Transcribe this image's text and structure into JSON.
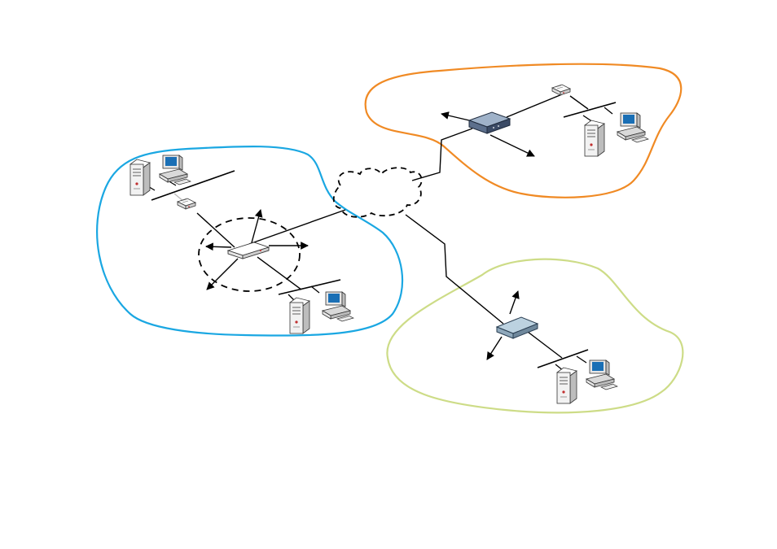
{
  "diagram": {
    "kind": "network-topology",
    "text_labels": [],
    "colors": {
      "background": "#ffffff",
      "line": "#000000",
      "region_blue": "#1aa7e2",
      "region_orange": "#f08a24",
      "region_green": "#cddc87",
      "device_blue": "#9fb2c9",
      "device_dark": "#3b4b66",
      "device_teal": "#aac3d4",
      "screen": "#1a6fb5",
      "server": "#eeeeee"
    },
    "regions": [
      {
        "name": "region-blue",
        "color_key": "region_blue"
      },
      {
        "name": "region-orange",
        "color_key": "region_orange"
      },
      {
        "name": "region-green",
        "color_key": "region_green"
      }
    ],
    "icons": [
      "server-icon",
      "workstation-icon",
      "modem-icon",
      "wireless-access-point-icon",
      "router-icon",
      "switch-icon",
      "wan-cloud-icon"
    ]
  }
}
